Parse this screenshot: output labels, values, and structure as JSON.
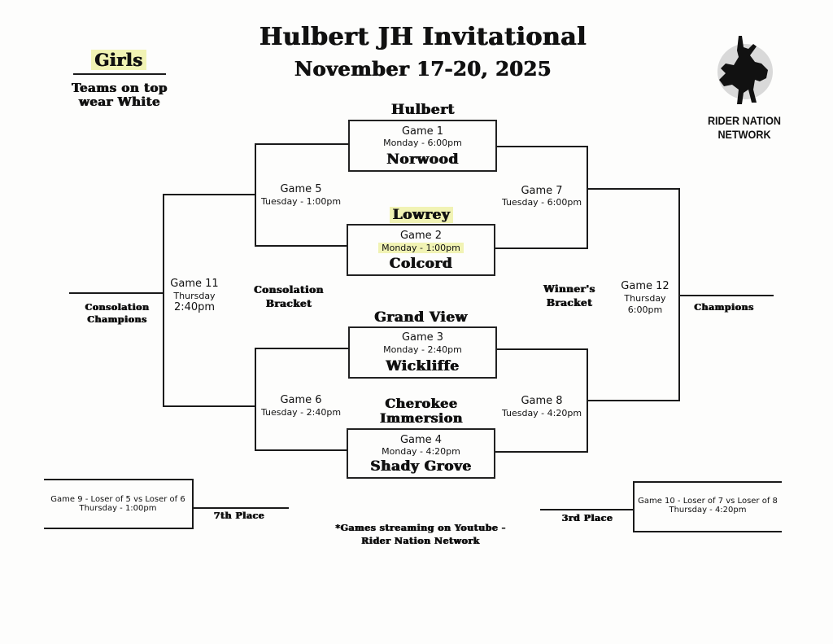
{
  "title": "Hulbert JH Invitational",
  "dates": "November 17-20, 2025",
  "division": "Girls",
  "note_line1": "Teams on top",
  "note_line2": "wear White",
  "logo": {
    "icon": "bronco-rider-icon",
    "line1": "RIDER NATION",
    "line2": "NETWORK"
  },
  "teams": {
    "hulbert": "Hulbert",
    "norwood": "Norwood",
    "lowrey": "Lowrey",
    "colcord": "Colcord",
    "grand_view": "Grand View",
    "wickliffe": "Wickliffe",
    "cherokee1": "Cherokee",
    "cherokee2": "Immersion",
    "shady_grove": "Shady Grove"
  },
  "games": {
    "g1": {
      "name": "Game 1",
      "time": "Monday - 6:00pm"
    },
    "g2": {
      "name": "Game 2",
      "time": "Monday - 1:00pm"
    },
    "g3": {
      "name": "Game 3",
      "time": "Monday - 2:40pm"
    },
    "g4": {
      "name": "Game 4",
      "time": "Monday - 4:20pm"
    },
    "g5": {
      "name": "Game 5",
      "time": "Tuesday - 1:00pm"
    },
    "g6": {
      "name": "Game 6",
      "time": "Tuesday - 2:40pm"
    },
    "g7": {
      "name": "Game 7",
      "time": "Tuesday - 6:00pm"
    },
    "g8": {
      "name": "Game 8",
      "time": "Tuesday - 4:20pm"
    },
    "g11": {
      "name": "Game 11",
      "day": "Thursday",
      "time": "2:40pm"
    },
    "g12": {
      "name": "Game 12",
      "day": "Thursday",
      "time": "6:00pm"
    },
    "g9": {
      "line1": "Game 9 - Loser of 5 vs Loser of 6",
      "line2": "Thursday - 1:00pm"
    },
    "g10": {
      "line1": "Game 10 - Loser of 7 vs Loser of 8",
      "line2": "Thursday - 4:20pm"
    }
  },
  "labels": {
    "consolation1": "Consolation",
    "consolation2": "Bracket",
    "winners1": "Winner's",
    "winners2": "Bracket",
    "cons_champ1": "Consolation",
    "cons_champ2": "Champions",
    "champions": "Champions",
    "seventh": "7th Place",
    "third": "3rd Place"
  },
  "footer": {
    "line1": "*Games streaming on Youtube -",
    "line2": "Rider Nation Network"
  },
  "colors": {
    "highlight": "#f1f3b4",
    "ink": "#111111"
  }
}
